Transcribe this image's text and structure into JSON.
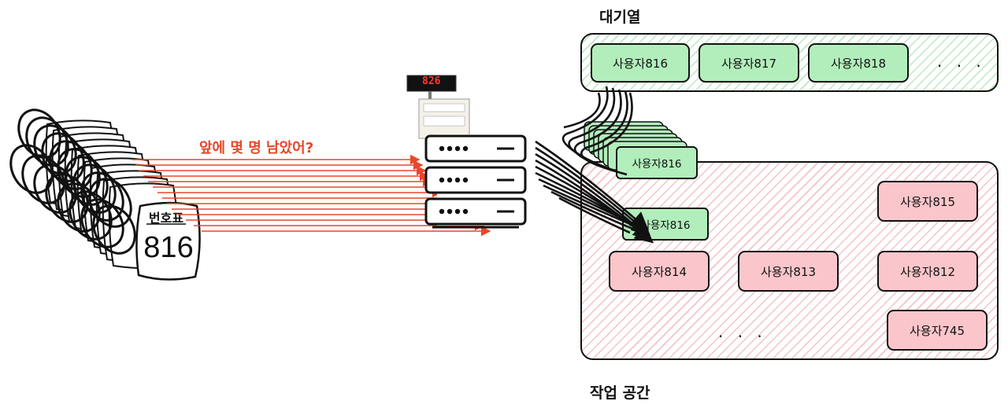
{
  "queue": {
    "title": "대기열",
    "users": [
      "사용자816",
      "사용자817",
      "사용자818"
    ],
    "ellipsis": "· · ·"
  },
  "work": {
    "title": "작업 공간",
    "entering": [
      "사용자816",
      "사용자816"
    ],
    "users": [
      "사용자815",
      "사용자814",
      "사용자813",
      "사용자812",
      "사용자745"
    ],
    "ellipsis": "· · ·"
  },
  "ticket": {
    "header": "번호표",
    "number": "816"
  },
  "question": "앞에 몇 명 남았어?",
  "display": {
    "number": "826"
  },
  "colors": {
    "arrow": "#e8472b",
    "queue_box": "#b2eebb",
    "work_box": "#fbc6cb",
    "queue_hatch": "#bfe7c3",
    "work_hatch": "#f5c3c9"
  }
}
